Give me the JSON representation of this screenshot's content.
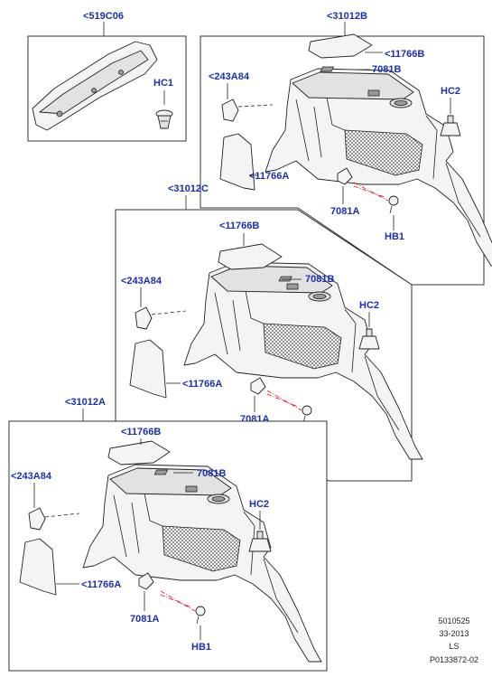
{
  "callouts": {
    "kit_519C06": "<519C06",
    "hc1": "HC1",
    "panel_31012B": "<31012B",
    "panel_31012C": "<31012C",
    "panel_31012A": "<31012A",
    "ref_11766B": "<11766B",
    "ref_7081B": "7081B",
    "ref_243A84": "<243A84",
    "ref_11766A": "<11766A",
    "ref_7081A": "7081A",
    "hb1": "HB1",
    "hc2": "HC2"
  },
  "footer": {
    "code": "5010525",
    "section": "33-2013",
    "variant": "LS",
    "part_ref": "P0133872-02"
  },
  "colors": {
    "label": "#1a2fb4",
    "line": "#222222",
    "highlight": "#e02020"
  }
}
